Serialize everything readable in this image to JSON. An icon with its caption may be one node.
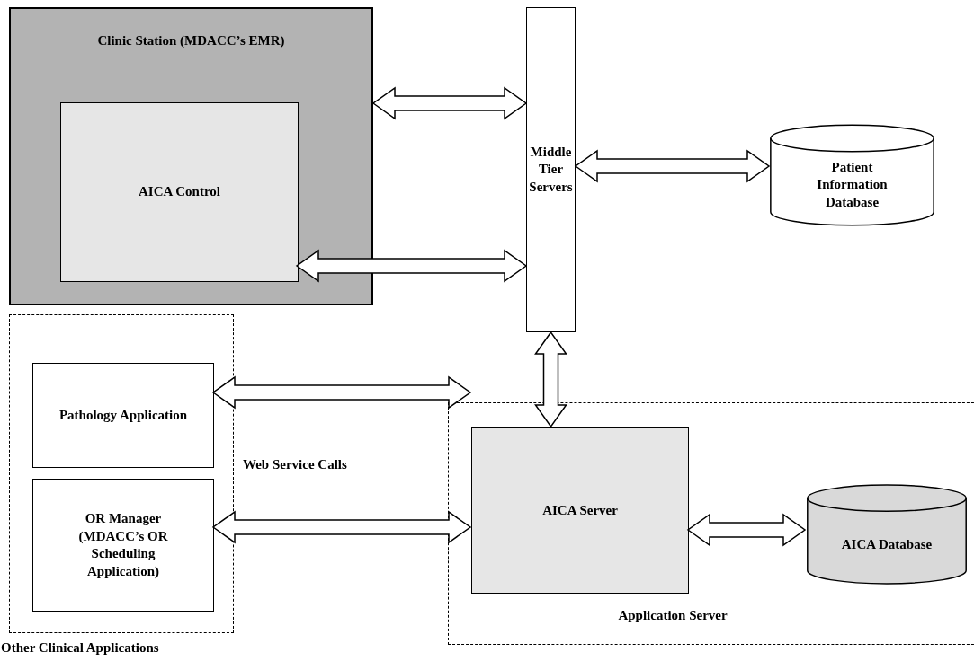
{
  "diagram": {
    "nodes": [
      {
        "text": [
          "Clinic Station (MDACC’s EMR)"
        ]
      },
      {
        "text": [
          "AICA Control"
        ],
        "in": 0
      },
      {
        "text": [
          "Middle Tier Servers"
        ]
      },
      {
        "text": [
          "Patient Information Database"
        ]
      },
      {
        "text": [
          "Other Clinical Applications"
        ]
      },
      {
        "text": [
          "Pathology Application"
        ],
        "in": 4
      },
      {
        "text": [
          "OR Manager (MDACC’s OR Scheduling Application)"
        ],
        "in": 4
      },
      {
        "text": [
          "Application Server"
        ]
      },
      {
        "text": [
          "AICA Server"
        ],
        "in": 7
      },
      {
        "text": [
          "AICA Database"
        ],
        "in": 7
      }
    ],
    "edges": [
      {
        "from": 0,
        "to": 2,
        "arrow": "both"
      },
      {
        "from": 1,
        "to": 2,
        "arrow": "both"
      },
      {
        "from": 2,
        "to": 3,
        "arrow": "both"
      },
      {
        "from": 2,
        "to": 8,
        "arrow": "both"
      },
      {
        "from": 5,
        "to": 8,
        "arrow": "both"
      },
      {
        "from": 6,
        "to": 8,
        "arrow": "both"
      },
      {
        "from": 8,
        "to": 9,
        "arrow": "both"
      }
    ],
    "labels": [
      "Web Service Calls"
    ]
  }
}
